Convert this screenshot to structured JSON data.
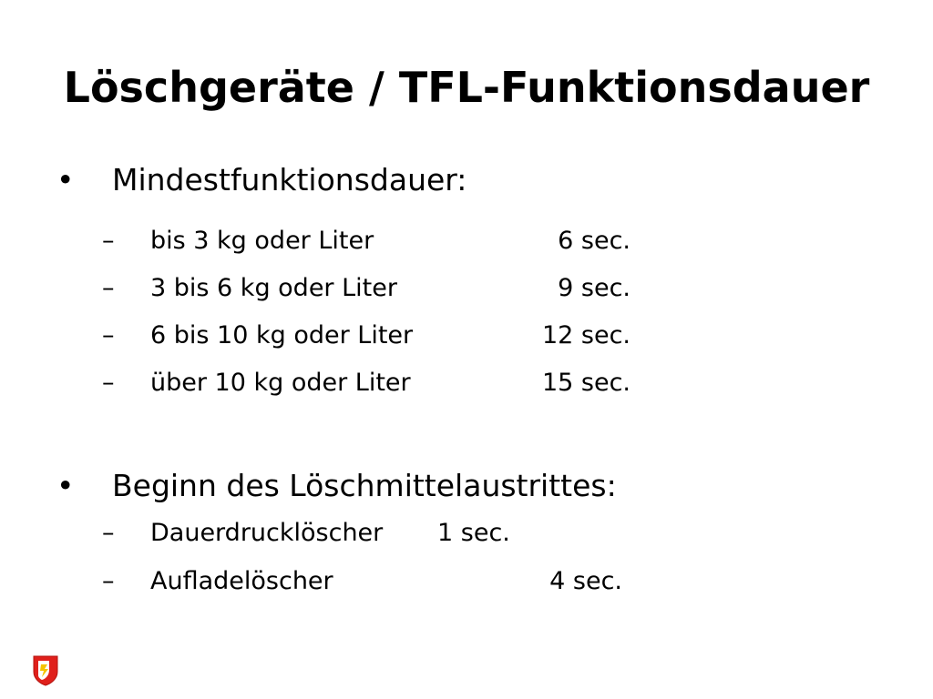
{
  "slide": {
    "title": "Löschgeräte / TFL-Funktionsdauer",
    "bullet_mark": "•",
    "sub_mark": "–",
    "sections": [
      {
        "heading": "Mindestfunktionsdauer:",
        "items": [
          {
            "label": "bis 3 kg oder Liter",
            "value": "6 sec."
          },
          {
            "label": "3 bis 6 kg oder Liter",
            "value": "9 sec."
          },
          {
            "label": "6 bis 10 kg oder Liter",
            "value": "12 sec."
          },
          {
            "label": "über 10 kg oder Liter",
            "value": "15 sec."
          }
        ]
      },
      {
        "heading": "Beginn des Löschmittelaustrittes:",
        "items": [
          {
            "label": "Dauerdrucklöscher",
            "value": "1 sec."
          },
          {
            "label": "Aufladelöscher",
            "value": "4 sec."
          }
        ]
      }
    ]
  },
  "logo": {
    "icon": "coat-of-arms-icon",
    "colors": {
      "red": "#e0201b",
      "yellow": "#f5c400",
      "white": "#ffffff"
    }
  }
}
